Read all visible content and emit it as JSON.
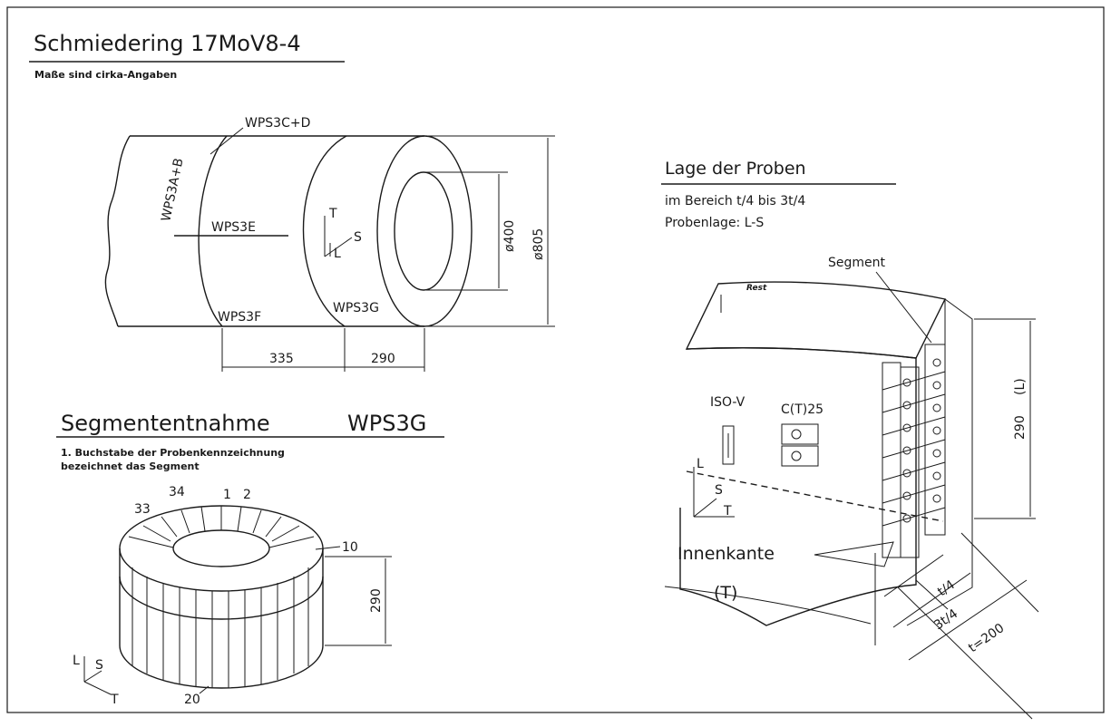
{
  "title": "Schmiedering 17MoV8-4",
  "subtitle": "Maße sind cirka-Angaben",
  "ring": {
    "labels": {
      "ab": "WPS3A+B",
      "cd": "WPS3C+D",
      "e": "WPS3E",
      "f": "WPS3F",
      "g": "WPS3G"
    },
    "axes": {
      "t": "T",
      "s": "S",
      "l": "L"
    },
    "dims": {
      "inner": "ø400",
      "outer": "ø805",
      "w1": "335",
      "w2": "290"
    }
  },
  "lage": {
    "title": "Lage der Proben",
    "line1": "im Bereich t/4 bis 3t/4",
    "line2": "Probenlage: L-S",
    "segment": "Segment",
    "rest": "Rest",
    "iso": "ISO-V",
    "ct": "C(T)25",
    "height": "290",
    "height_dir": "(L)",
    "innenkante": "Innenkante",
    "t_dir": "(T)",
    "t4": "t/4",
    "t34": "3t/4",
    "t200": "t=200",
    "axes": {
      "l": "L",
      "s": "S",
      "t": "T"
    }
  },
  "segment": {
    "title": "Segmententnahme",
    "code": "WPS3G",
    "note1": "1. Buchstabe der Probenkennzeichnung",
    "note2": "bezeichnet das Segment",
    "nums": {
      "n34": "34",
      "n1": "1",
      "n2": "2",
      "n33": "33",
      "n10": "10",
      "n20": "20"
    },
    "height": "290",
    "axes": {
      "l": "L",
      "s": "S",
      "t": "T"
    }
  }
}
